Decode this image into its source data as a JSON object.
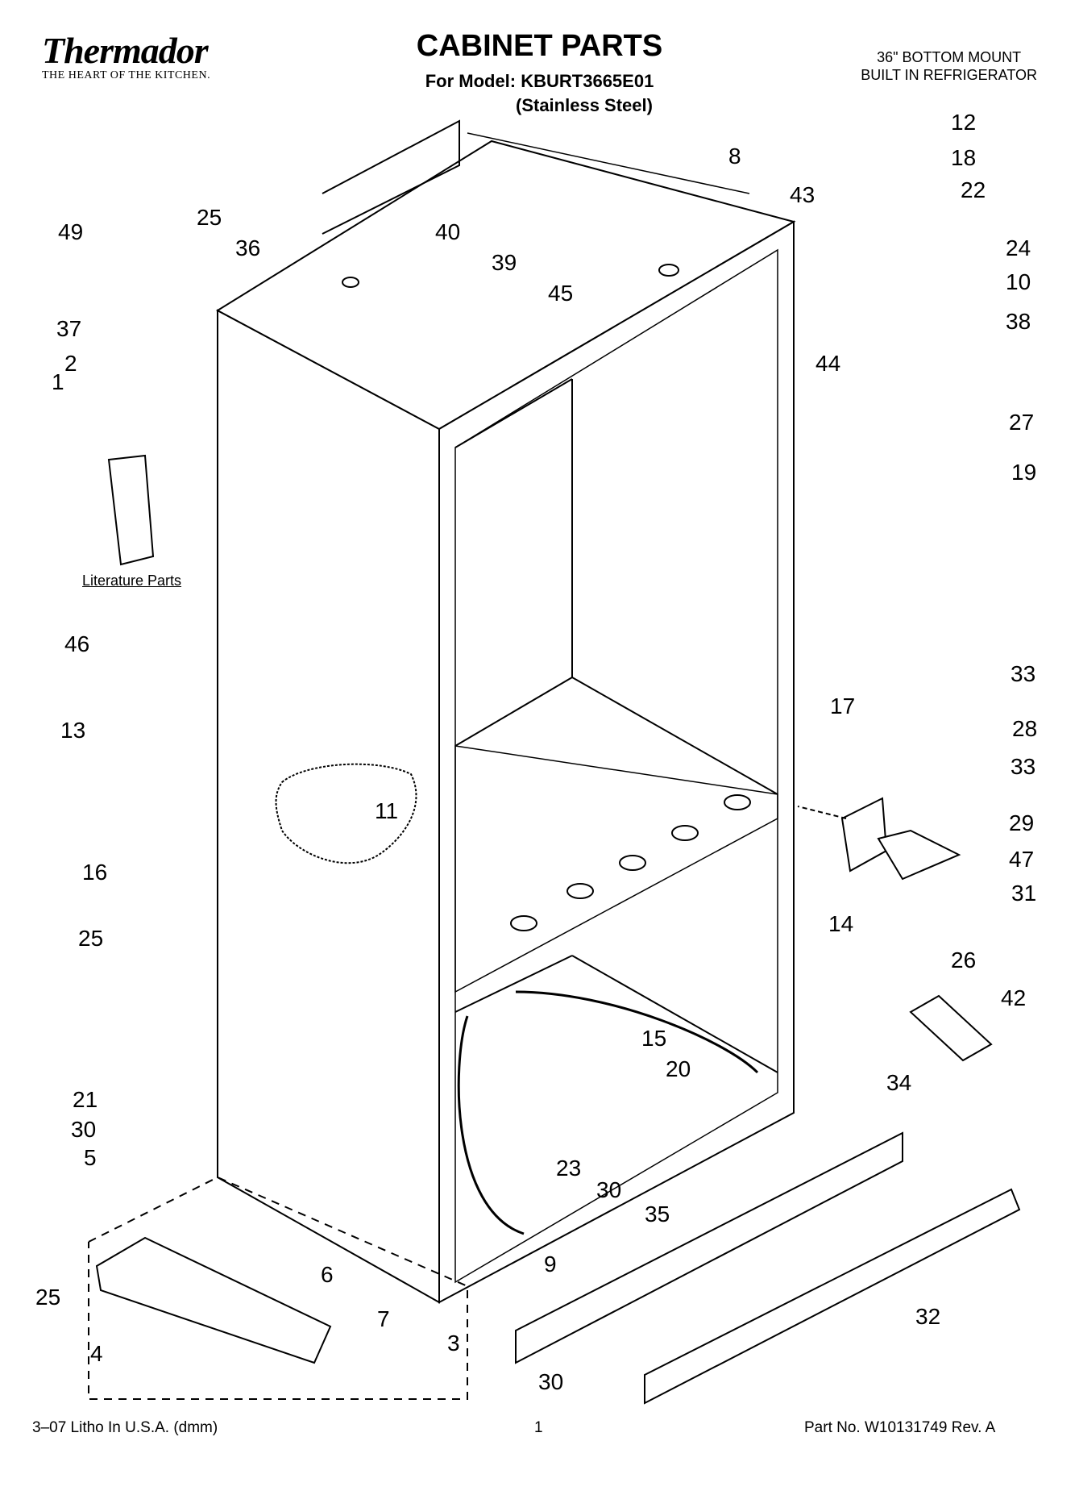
{
  "header": {
    "brand": "Thermador",
    "tagline": "THE HEART OF THE KITCHEN.",
    "title": "CABINET PARTS",
    "model_line": "For Model: KBURT3665E01",
    "finish": "(Stainless Steel)",
    "description_line1": "36\" BOTTOM MOUNT",
    "description_line2": "BUILT IN REFRIGERATOR"
  },
  "labels": {
    "literature": "Literature Parts"
  },
  "callouts": [
    {
      "id": "c1",
      "text": "1"
    },
    {
      "id": "c2",
      "text": "2"
    },
    {
      "id": "c3",
      "text": "3"
    },
    {
      "id": "c4",
      "text": "4"
    },
    {
      "id": "c5",
      "text": "5"
    },
    {
      "id": "c6",
      "text": "6"
    },
    {
      "id": "c7",
      "text": "7"
    },
    {
      "id": "c8",
      "text": "8"
    },
    {
      "id": "c9",
      "text": "9"
    },
    {
      "id": "c10",
      "text": "10"
    },
    {
      "id": "c11",
      "text": "11"
    },
    {
      "id": "c12",
      "text": "12"
    },
    {
      "id": "c13",
      "text": "13"
    },
    {
      "id": "c14",
      "text": "14"
    },
    {
      "id": "c15",
      "text": "15"
    },
    {
      "id": "c16",
      "text": "16"
    },
    {
      "id": "c17",
      "text": "17"
    },
    {
      "id": "c18",
      "text": "18"
    },
    {
      "id": "c19",
      "text": "19"
    },
    {
      "id": "c20",
      "text": "20"
    },
    {
      "id": "c21",
      "text": "21"
    },
    {
      "id": "c22",
      "text": "22"
    },
    {
      "id": "c23",
      "text": "23"
    },
    {
      "id": "c24",
      "text": "24"
    },
    {
      "id": "c25a",
      "text": "25"
    },
    {
      "id": "c25b",
      "text": "25"
    },
    {
      "id": "c25c",
      "text": "25"
    },
    {
      "id": "c26",
      "text": "26"
    },
    {
      "id": "c27",
      "text": "27"
    },
    {
      "id": "c28",
      "text": "28"
    },
    {
      "id": "c29",
      "text": "29"
    },
    {
      "id": "c30a",
      "text": "30"
    },
    {
      "id": "c30b",
      "text": "30"
    },
    {
      "id": "c30c",
      "text": "30"
    },
    {
      "id": "c31",
      "text": "31"
    },
    {
      "id": "c32",
      "text": "32"
    },
    {
      "id": "c33a",
      "text": "33"
    },
    {
      "id": "c33b",
      "text": "33"
    },
    {
      "id": "c34",
      "text": "34"
    },
    {
      "id": "c35",
      "text": "35"
    },
    {
      "id": "c36",
      "text": "36"
    },
    {
      "id": "c37",
      "text": "37"
    },
    {
      "id": "c38",
      "text": "38"
    },
    {
      "id": "c39",
      "text": "39"
    },
    {
      "id": "c40",
      "text": "40"
    },
    {
      "id": "c42",
      "text": "42"
    },
    {
      "id": "c43",
      "text": "43"
    },
    {
      "id": "c44",
      "text": "44"
    },
    {
      "id": "c45",
      "text": "45"
    },
    {
      "id": "c46",
      "text": "46"
    },
    {
      "id": "c47",
      "text": "47"
    },
    {
      "id": "c49",
      "text": "49"
    }
  ],
  "footer": {
    "left": "3–07 Litho In U.S.A. (dmm)",
    "page": "1",
    "part_no": "Part No. W10131749 Rev. A"
  }
}
